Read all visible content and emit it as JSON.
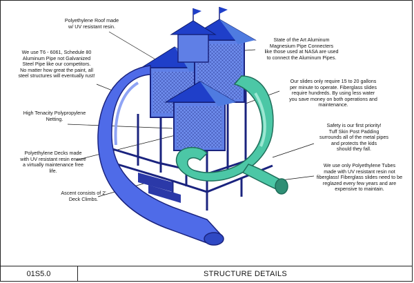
{
  "colors": {
    "roof_blue": "#1f3fc9",
    "roof_light": "#4f7be0",
    "frame_navy": "#1a237e",
    "slide_blue": "#4f6be8",
    "slide_green": "#4cc7a6",
    "leader_line": "#111111"
  },
  "callouts": {
    "roof": "Polyethylene Roof made\nw/ UV resistant resin.",
    "pipe": "We use T6 - 6061, Schedule 80\nAluminum Pipe not Galvanized\nSteel Pipe like our competitors.\nNo matter how great the paint, all\nsteel structures will eventually rust!",
    "netting": "High Tenacity Polypropylene\nNetting.",
    "decks": "Polyethylene Decks made\nwith UV resistant resin ensure\na virtually maintenance free\nlife.",
    "ascent": "Ascent consists of 2'\nDeck Climbs.",
    "connectors": "State of the Art Aluminum\nMagnesium Pipe Connecters\nlike those used at NASA are used\nto connect the Aluminum Pipes.",
    "slides_water": "Our slides only require  15 to 20 gallons\nper minute to operate. Fiberglass slides\nrequire hundreds. By using less water\nyou save money on both operations and\nmaintenance.",
    "safety": "Safety is our first priority!\nTuff Skin Post Padding\nsurrounds all of the metal pipes\nand protects the kids\nshould they fall.",
    "tubes": "We use only Polyethylene Tubes\nmade with UV resistant resin not\nfiberglass! Fiberglass slides need to be\nreglazed every few years and are\nexpensive to maintain."
  },
  "footer": {
    "drawing_code": "01S5.0",
    "sheet_title": "STRUCTURE DETAILS"
  }
}
